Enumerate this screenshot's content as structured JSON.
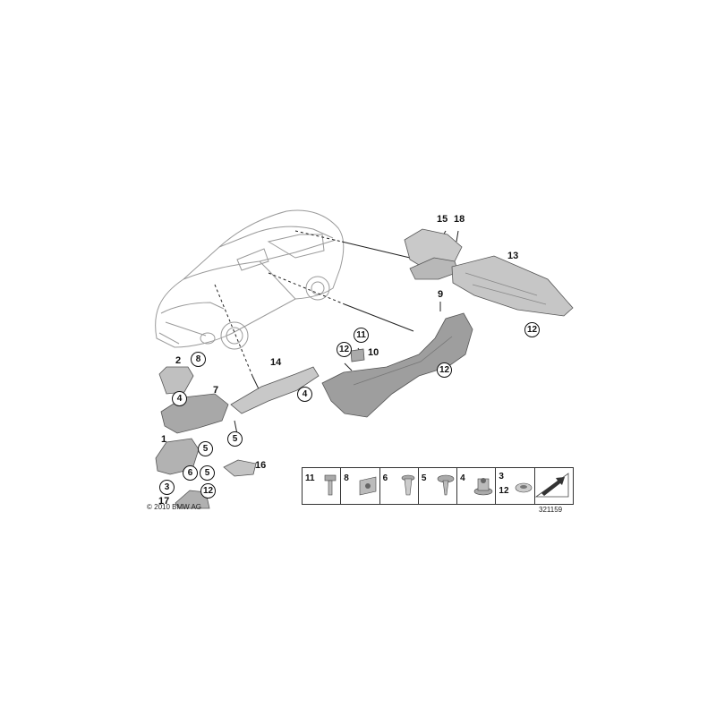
{
  "callouts": {
    "p1": "1",
    "p2": "2",
    "p3": "3",
    "p4a": "4",
    "p4b": "4",
    "p5a": "5",
    "p5b": "5",
    "p5c": "5",
    "p6": "6",
    "p7": "7",
    "p8": "8",
    "p9": "9",
    "p10": "10",
    "p11": "11",
    "p12a": "12",
    "p12b": "12",
    "p12c": "12",
    "p12d": "12",
    "p13": "13",
    "p14": "14",
    "p15": "15",
    "p16": "16",
    "p17": "17",
    "p18": "18"
  },
  "legend": {
    "c1": "11",
    "c2": "8",
    "c3": "6",
    "c4": "5",
    "c5": "4",
    "c6a": "3",
    "c6b": "12"
  },
  "footer": {
    "copyright": "© 2010 BMW AG",
    "diagram_number": "321159"
  }
}
